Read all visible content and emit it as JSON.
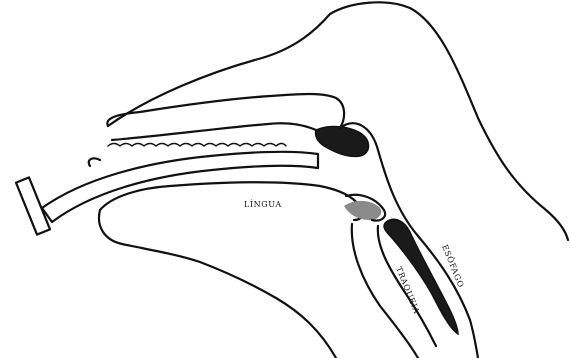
{
  "labels": {
    "tongue": "LÍNGUA",
    "trachea": "TRAQUEIA",
    "esophagus": "ESÔFAGO"
  },
  "colors": {
    "ink": "#111111",
    "paper": "#ffffff"
  }
}
